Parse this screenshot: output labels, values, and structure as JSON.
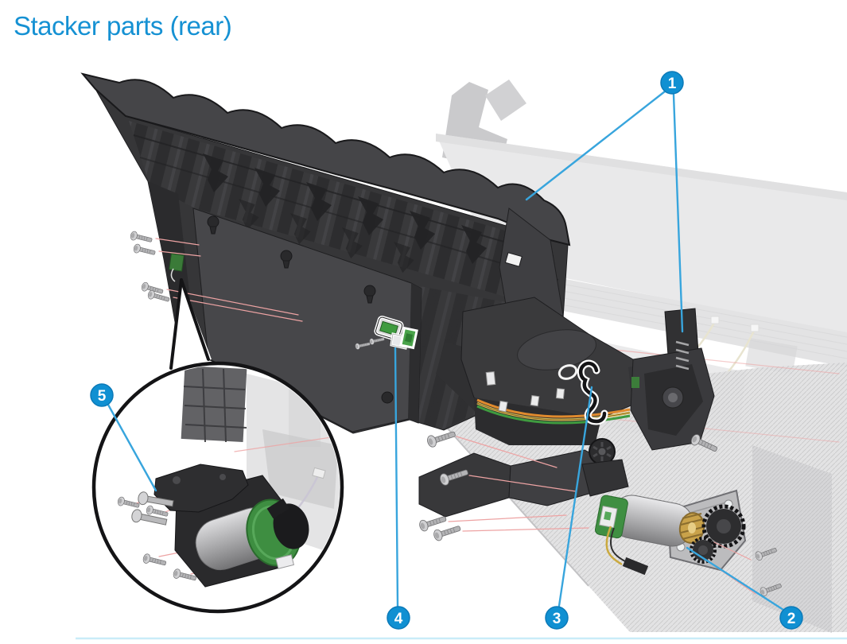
{
  "page": {
    "title": "Stacker parts (rear)",
    "title_color": "#1591d3"
  },
  "figure": {
    "callouts": [
      {
        "number": "1"
      },
      {
        "number": "2"
      },
      {
        "number": "3"
      },
      {
        "number": "4"
      },
      {
        "number": "5"
      }
    ],
    "colors": {
      "callout_fill": "#1090d2",
      "callout_rim": "#0c7ab8",
      "callout_number": "#ffffff",
      "leader_line": "#38a5dd",
      "screw_leader_line": "#eda3a3",
      "detail_circle_outline": "#141416",
      "divider": "#c9ecf8"
    }
  }
}
